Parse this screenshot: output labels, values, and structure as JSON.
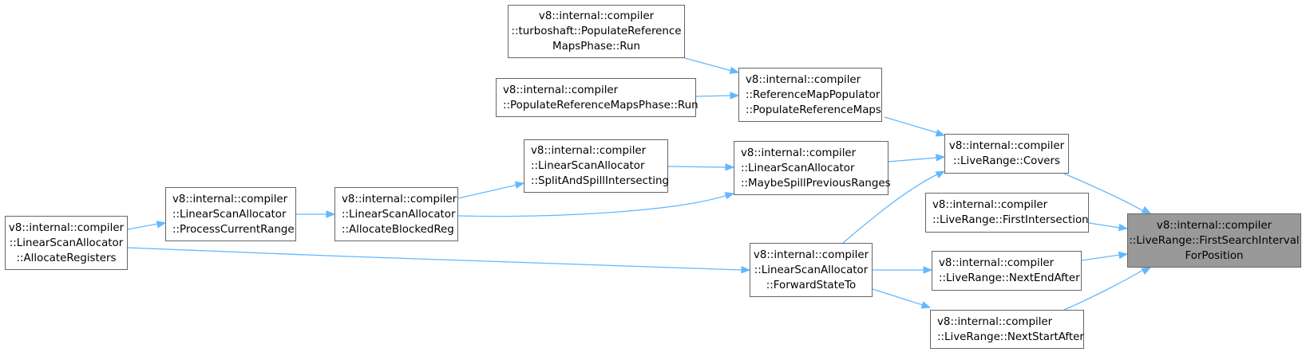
{
  "graph": {
    "edge_color": "#63b8ff",
    "root_fill": "#999999",
    "nodes": {
      "first_search": {
        "lines": [
          "v8::internal::compiler",
          "::LiveRange::FirstSearchInterval",
          "ForPosition"
        ]
      },
      "covers": {
        "lines": [
          "v8::internal::compiler",
          "::LiveRange::Covers"
        ]
      },
      "first_intersection": {
        "lines": [
          "v8::internal::compiler",
          "::LiveRange::FirstIntersection"
        ]
      },
      "next_end_after": {
        "lines": [
          "v8::internal::compiler",
          "::LiveRange::NextEndAfter"
        ]
      },
      "next_start_after": {
        "lines": [
          "v8::internal::compiler",
          "::LiveRange::NextStartAfter"
        ]
      },
      "populate_reference_maps": {
        "lines": [
          "v8::internal::compiler",
          "::ReferenceMapPopulator",
          "::PopulateReferenceMaps"
        ]
      },
      "turboshaft_populate": {
        "lines": [
          "v8::internal::compiler",
          "::turboshaft::PopulateReference",
          "MapsPhase::Run"
        ]
      },
      "populate_phase_run": {
        "lines": [
          "v8::internal::compiler",
          "::PopulateReferenceMapsPhase::Run"
        ]
      },
      "maybe_spill": {
        "lines": [
          "v8::internal::compiler",
          "::LinearScanAllocator",
          "::MaybeSpillPreviousRanges"
        ]
      },
      "split_and_spill": {
        "lines": [
          "v8::internal::compiler",
          "::LinearScanAllocator",
          "::SplitAndSpillIntersecting"
        ]
      },
      "allocate_blocked": {
        "lines": [
          "v8::internal::compiler",
          "::LinearScanAllocator",
          "::AllocateBlockedReg"
        ]
      },
      "process_current": {
        "lines": [
          "v8::internal::compiler",
          "::LinearScanAllocator",
          "::ProcessCurrentRange"
        ]
      },
      "allocate_registers": {
        "lines": [
          "v8::internal::compiler",
          "::LinearScanAllocator",
          "::AllocateRegisters"
        ]
      },
      "forward_state": {
        "lines": [
          "v8::internal::compiler",
          "::LinearScanAllocator",
          "::ForwardStateTo"
        ]
      }
    }
  }
}
